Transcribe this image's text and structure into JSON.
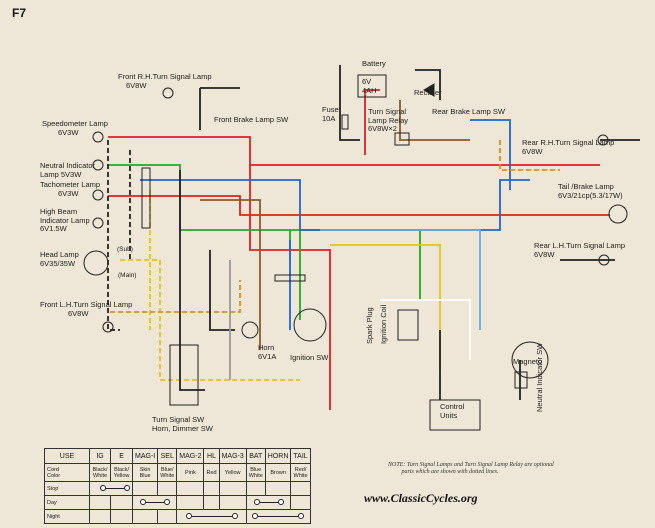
{
  "figure_label": "F7",
  "labels": {
    "front_rh_turn_signal_lamp": "Front R.H.Turn Signal Lamp",
    "front_rh_turn_signal_lamp_rating": "6V8W",
    "speedometer_lamp": "Speedometer Lamp",
    "speedometer_lamp_rating": "6V3W",
    "neutral_indicator_lamp": "Neutral Indicator\nLamp 5V3W",
    "tachometer_lamp": "Tachometer Lamp",
    "tachometer_lamp_rating": "6V3W",
    "high_beam_indicator_lamp": "High Beam\nIndicator Lamp\n6V1.5W",
    "head_lamp": "Head Lamp\n6V35/35W",
    "head_lamp_sub": "(Sub)",
    "head_lamp_main": "(Main)",
    "front_lh_turn_signal_lamp": "Front L.H.Turn Signal Lamp",
    "front_lh_turn_signal_lamp_rating": "6V8W",
    "front_brake_lamp_sw": "Front Brake Lamp SW",
    "battery": "Battery",
    "battery_rating": "6V\n4AH",
    "rectifier": "Rectifier",
    "fuse": "Fuse\n10A",
    "turn_signal_lamp_relay": "Turn Signal\nLamp Relay\n6V8W×2",
    "rear_brake_lamp_sw": "Rear Brake Lamp SW",
    "rear_rh_turn_signal_lamp": "Rear R.H.Turn Signal Lamp\n6V8W",
    "tail_brake_lamp": "Tail /Brake Lamp\n6V3/21cp(5.3/17W)",
    "rear_lh_turn_signal_lamp": "Rear L.H.Turn Signal Lamp\n6V8W",
    "horn": "Horn\n6V1A",
    "ignition_sw": "Ignition SW",
    "spark_plug": "Spark Plug",
    "ignition_coil": "Ignition Coil",
    "magneto": "Magneto",
    "control_unit": "Control\nUnits",
    "neutral_indicator_sw": "Neutral Indicator SW",
    "turn_signal_sw": "Turn Signal SW\nHorn, Dimmer SW"
  },
  "legend": {
    "columns": [
      "USE",
      "IG",
      "E",
      "MAG-I",
      "SEL",
      "MAG-2",
      "HL",
      "MAG-3",
      "BAT",
      "HORN",
      "TAIL"
    ],
    "cord_color_label": "Cord\nColor",
    "cord_colors": [
      "Black/\nWhite",
      "Black/\nYellow",
      "Skin\nBlue",
      "Blue/\nWhite",
      "Pink",
      "Red",
      "Yellow",
      "Blue\nWhite",
      "Brown",
      "Red/\nWhite"
    ],
    "rows": [
      "Stop",
      "Day",
      "Night"
    ]
  },
  "note": "NOTE: Turn Signal Lamps and Turn Signal Lamp Relay are optional\n         parts which are shown with dotted lines.",
  "watermark": "www.ClassicCycles.org"
}
